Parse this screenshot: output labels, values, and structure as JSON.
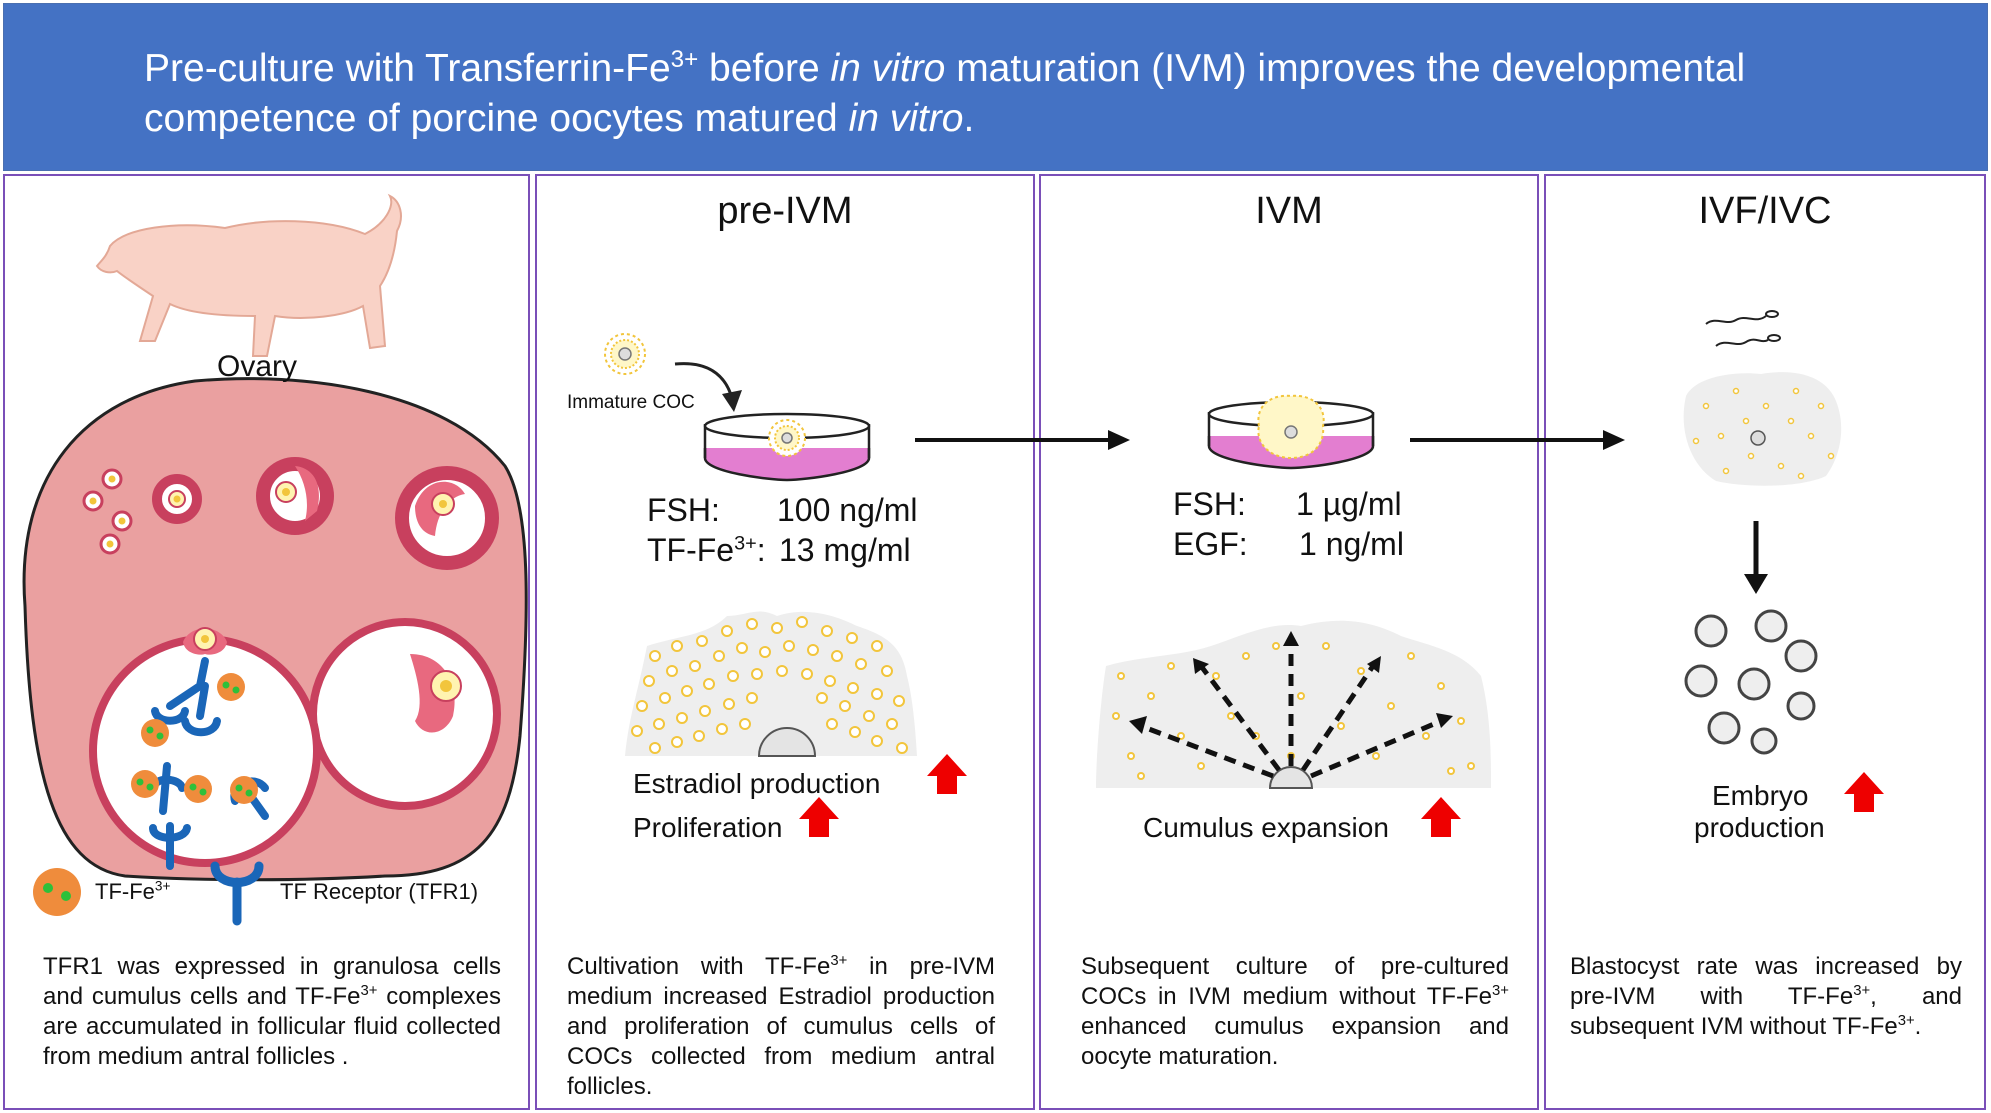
{
  "banner": {
    "p1": "Pre-culture with Transferrin-Fe",
    "sup1": "3+",
    "p2": " before ",
    "it1": "in vitro",
    "p3": " maturation (IVM) improves the developmental competence of porcine oocytes matured ",
    "it2": "in vitro",
    "p4": "."
  },
  "panel1": {
    "ovary_label": "Ovary",
    "legend_tf": "TF-Fe",
    "legend_tf_sup": "3+",
    "legend_receptor": "TF Receptor (TFR1)",
    "desc_a": "TFR1 was expressed in granulosa cells and cumulus cells and TF-Fe",
    "desc_sup": "3+",
    "desc_b": " complexes are accumulated in follicular fluid collected from medium antral follicles ."
  },
  "panel2": {
    "title": "pre-IVM",
    "immature_coc": "Immature COC",
    "fsh_label": "FSH:",
    "fsh_value": "100 ng/ml",
    "tf_label": "TF-Fe",
    "tf_sup": "3+",
    "tf_colon": ":",
    "tf_value": "13 mg/ml",
    "effect1": "Estradiol production",
    "effect2": "Proliferation",
    "desc_a": "Cultivation with TF-Fe",
    "desc_sup": "3+",
    "desc_b": " in pre-IVM medium increased Estradiol production and proliferation of cumulus cells of COCs collected from medium antral follicles."
  },
  "panel3": {
    "title": "IVM",
    "fsh_label": "FSH:",
    "fsh_value": "1 µg/ml",
    "egf_label": "EGF:",
    "egf_value": "1 ng/ml",
    "effect": "Cumulus expansion",
    "desc_a": "Subsequent culture of pre-cultured COCs in IVM medium without TF-Fe",
    "desc_sup": "3+",
    "desc_b": " enhanced cumulus expansion and oocyte maturation."
  },
  "panel4": {
    "title": "IVF/IVC",
    "effect_line1": "Embryo",
    "effect_line2": "production",
    "desc_a": "Blastocyst rate was increased by pre-IVM with TF-Fe",
    "desc_sup": "3+",
    "desc_b": ", and subsequent IVM without TF-Fe",
    "desc_sup2": "3+",
    "desc_c": "."
  },
  "colors": {
    "banner": "#4472c4",
    "panel_border": "#7a4fb8",
    "ovary": "#eaa0a0",
    "follicle_ring": "#c8405e",
    "receptor": "#1a66b8",
    "tf_complex": "#ef8c3c",
    "tf_dot": "#2ec03a",
    "medium": "#e37ed0",
    "cumulus": "#f2c53c",
    "up_arrow": "#ee0000",
    "pig": "#f9d2c6"
  }
}
